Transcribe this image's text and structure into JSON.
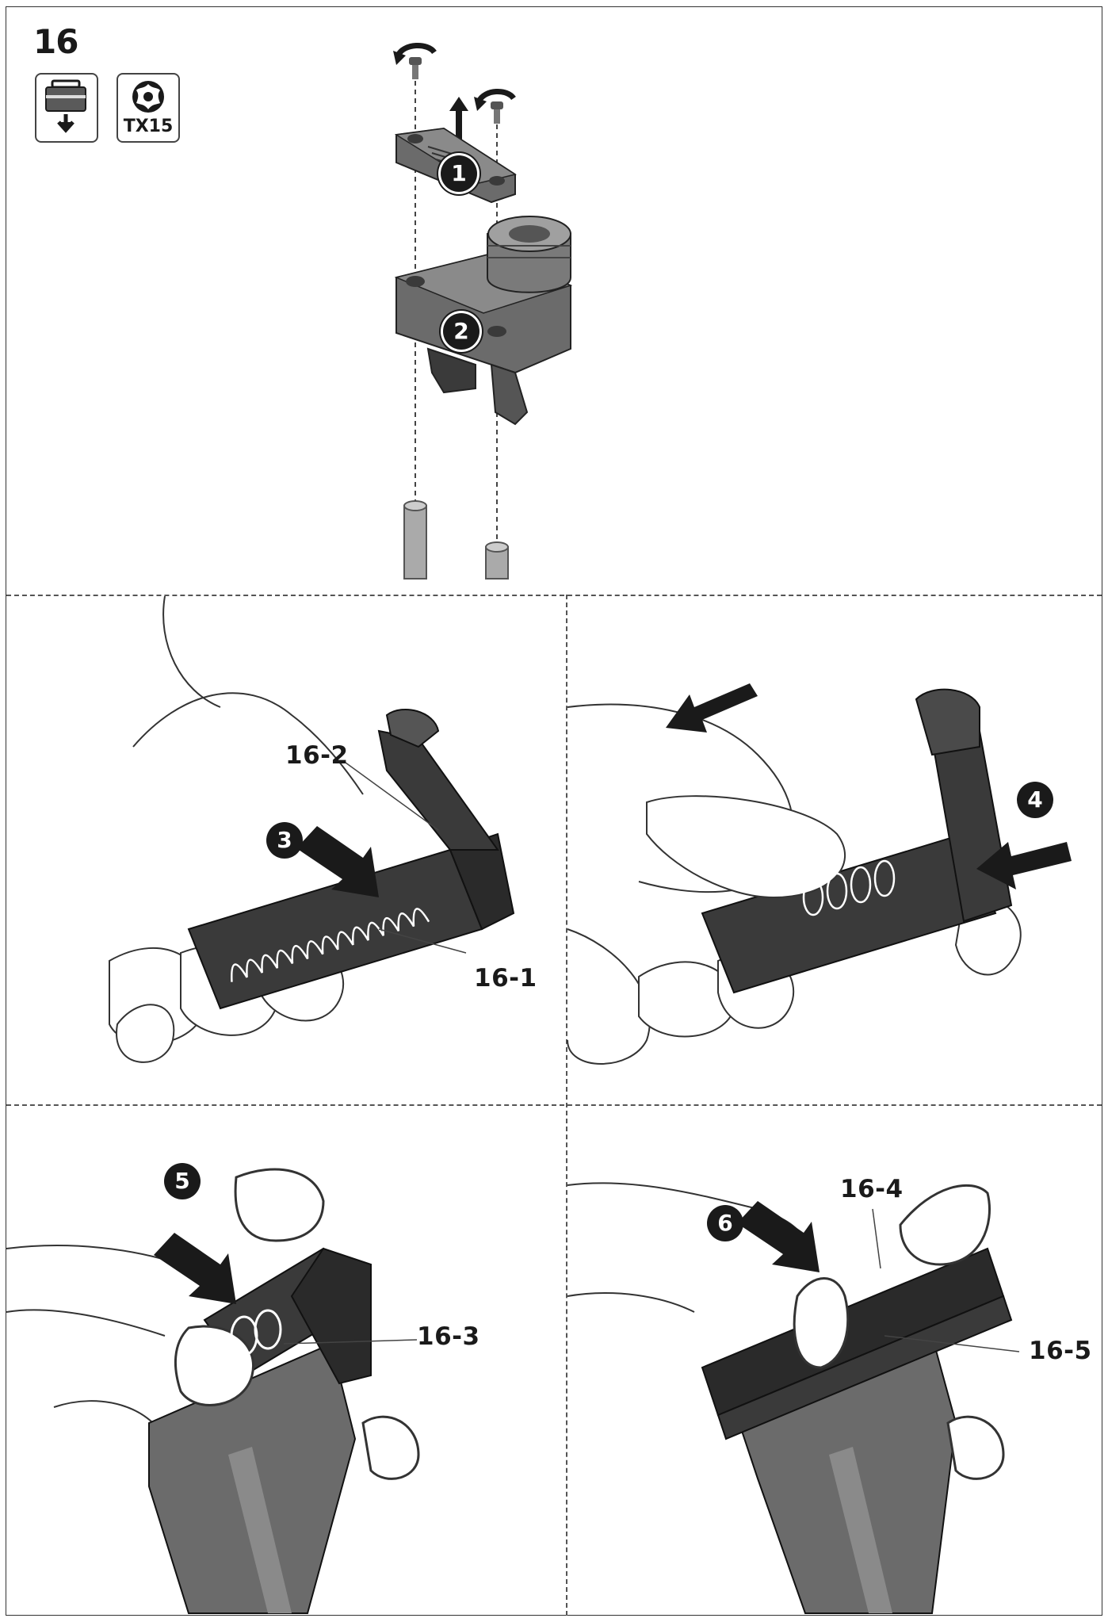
{
  "step_number": "16",
  "tools": {
    "torx_label": "TX15"
  },
  "icons": [
    "remove-from-case-icon",
    "torx-bit-icon",
    "rotate-ccw-icon",
    "arrow-icon"
  ],
  "steps": [
    "1",
    "2",
    "3",
    "4",
    "5",
    "6"
  ],
  "callouts": {
    "c16_1": "16-1",
    "c16_2": "16-2",
    "c16_3": "16-3",
    "c16_4": "16-4",
    "c16_5": "16-5"
  },
  "colors": {
    "line": "#1a1a1a",
    "part_dark": "#3a3a3a",
    "part_mid": "#6b6b6b",
    "part_light": "#9a9a9a"
  }
}
